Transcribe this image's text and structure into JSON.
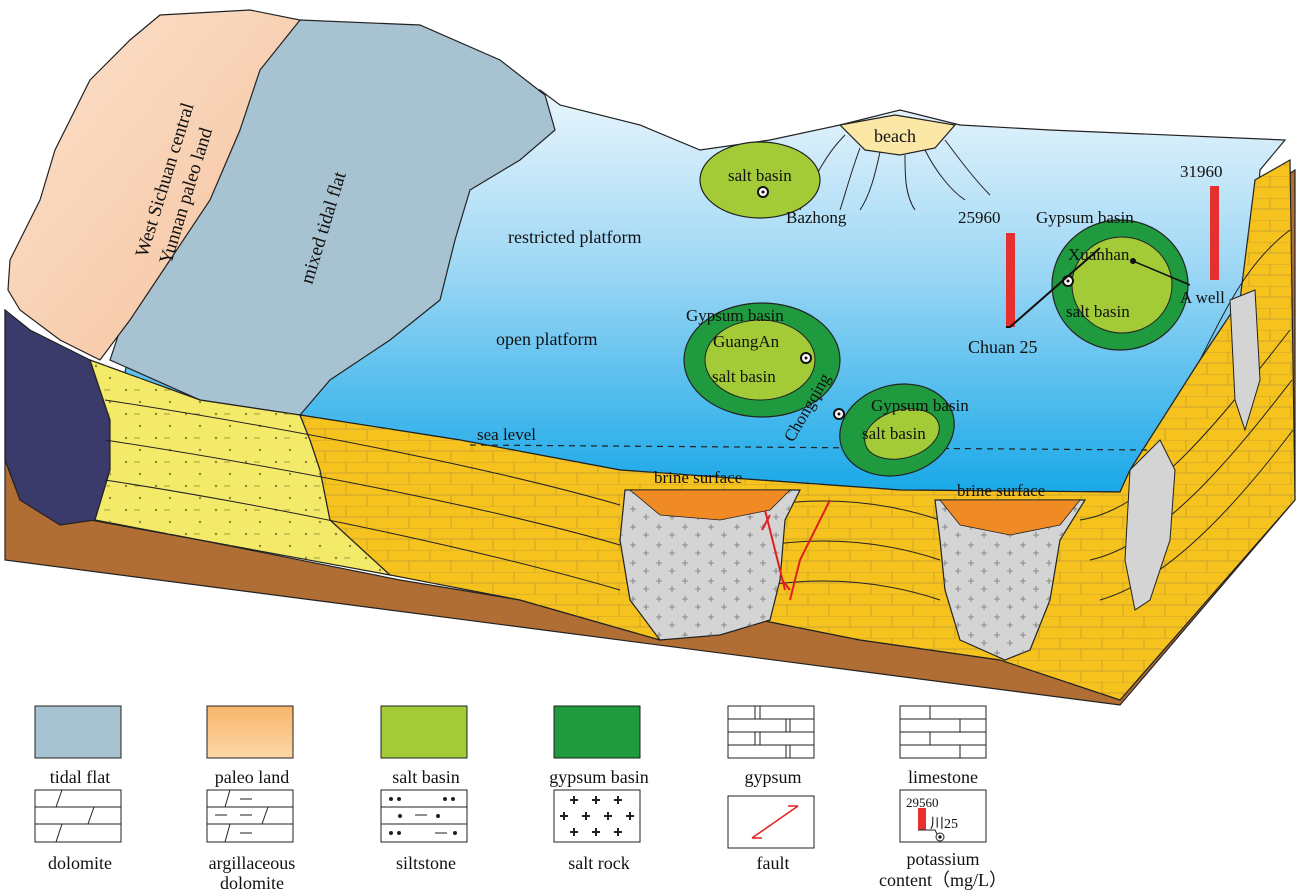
{
  "labels": {
    "paleo_land": [
      "West Sichuan central",
      "Yunnan paleo land"
    ],
    "mixed_tidal_flat": "mixed tidal flat",
    "restricted_platform": "restricted platform",
    "open_platform": "open platform",
    "beach": "beach",
    "bazhong_salt_basin": "salt basin",
    "bazhong": "Bazhong",
    "well_25960": "25960",
    "well_31960": "31960",
    "xuanhan_gypsum": "Gypsum basin",
    "xuanhan": "Xuanhan",
    "xuanhan_salt": "salt basin",
    "a_well": "A well",
    "chuan25": "Chuan  25",
    "guangan_gypsum": "Gypsum basin",
    "guangan": "GuangAn",
    "guangan_salt": "salt basin",
    "chongqing": "Chongqing",
    "cq_gypsum": "Gypsum basin",
    "cq_salt": "salt basin",
    "sea_level": "sea level",
    "brine_left": "brine surface",
    "brine_right": "brine surface"
  },
  "colors": {
    "tidal_flat": "#a7c2d0",
    "paleo_land": "#f8c9a4",
    "salt_basin": "#a3cb38",
    "gypsum_basin": "#1f9a3e",
    "dolomite": "#f6c21e",
    "siltstone": "#f4ea6a",
    "basement": "#b06e35",
    "dark_rock": "#3b3b6b",
    "evaporite": "#d4d4d4",
    "brine": "#f08a24",
    "fault": "#e02020",
    "well_bar": "#e63030"
  },
  "legend": {
    "tidal_flat": "tidal flat",
    "paleo_land": "paleo land",
    "salt_basin": "salt basin",
    "gypsum_basin": "gypsum basin",
    "gypsum": "gypsum",
    "limestone": "limestone",
    "dolomite": "dolomite",
    "argillaceous_dolomite": [
      "argillaceous",
      "dolomite"
    ],
    "siltstone": "siltstone",
    "salt_rock": "salt  rock",
    "fault": "fault",
    "potassium": [
      "potassium",
      "content（mg/L）"
    ],
    "potassium_value": "29560",
    "potassium_well": "川25"
  }
}
